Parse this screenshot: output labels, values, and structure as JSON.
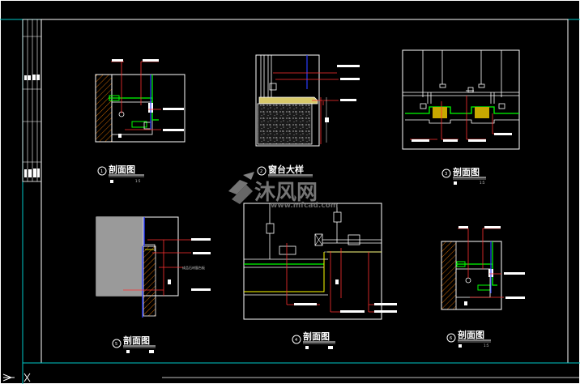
{
  "drawing": {
    "details": [
      {
        "num": "1",
        "title": "剖面图",
        "scale": "1:5"
      },
      {
        "num": "2",
        "title": "窗台大样",
        "scale": ""
      },
      {
        "num": "3",
        "title": "剖面图",
        "scale": "1:5"
      },
      {
        "num": "5",
        "title": "剖面图",
        "scale": ""
      },
      {
        "num": "4",
        "title": "剖面图",
        "scale": ""
      },
      {
        "num": "6",
        "title": "剖面图",
        "scale": "1:5"
      }
    ],
    "note_label": "成品石材窗台板",
    "colors": {
      "background": "#000000",
      "frame": "#00c8c8",
      "section_line": "#ffffff",
      "leader": "#ff3030",
      "profile": "#00ff00",
      "hatch": "#ff8000",
      "glass": "#ffff00",
      "panel": "#2a3cff",
      "fill_grey": "#9a9a9a"
    }
  },
  "watermark": {
    "text": "沐风网",
    "url": "www.mfcad.com"
  }
}
